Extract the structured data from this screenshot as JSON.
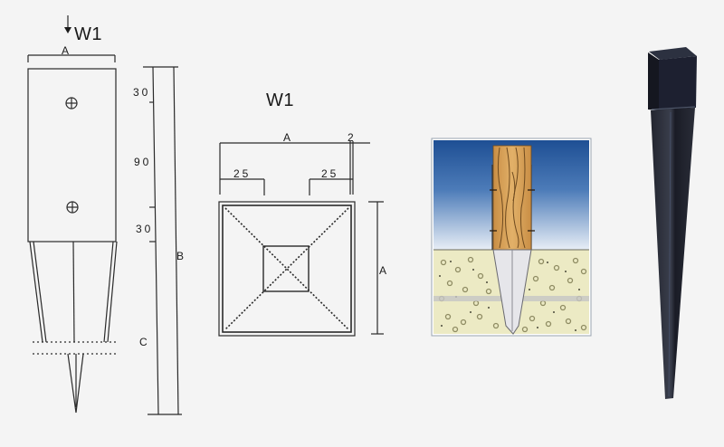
{
  "side_view": {
    "title": "W1",
    "arrow_icon": "down-arrow-icon",
    "width_label": "A",
    "dimensions": {
      "top_segment": "30",
      "middle_segment": "90",
      "bottom_segment": "30"
    },
    "total_length_label": "B",
    "spike_length_label": "C"
  },
  "top_view": {
    "title": "W1",
    "width_label": "A",
    "wall_thickness_label": "2",
    "left_flange_label": "25",
    "right_flange_label": "25",
    "height_label": "A"
  },
  "installation_illustration": {
    "description": "wooden post inserted into metal spike driven into ground",
    "colors": {
      "sky_top": "#1e4f94",
      "sky_bottom": "#e8eef6",
      "ground": "#eceac4",
      "wood": "#d9a35a",
      "spike": "#e6e6ea"
    }
  },
  "product_photo": {
    "description": "black square-socket ground spike",
    "color": "#1a1c26"
  },
  "colors": {
    "background": "#f4f4f4",
    "line": "#2a2a2a"
  }
}
